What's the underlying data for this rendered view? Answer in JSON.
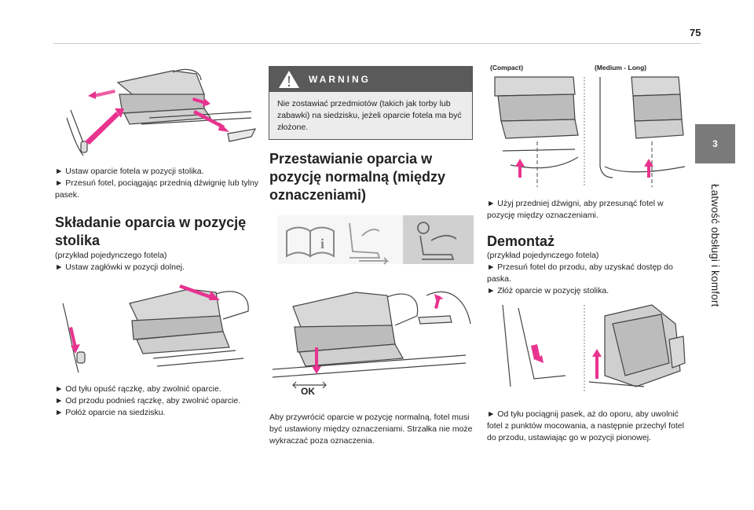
{
  "page": {
    "number": "75"
  },
  "side_tab": {
    "chapter": "3",
    "title": "Łatwość obsługi i komfort"
  },
  "col1": {
    "instructions1": [
      "► Ustaw oparcie fotela w pozycji stolika.",
      "► Przesuń fotel, pociągając przednią dźwignię lub tylny pasek."
    ],
    "heading": "Składanie oparcia w pozycję stolika",
    "instructions2": [
      "(przykład pojedynczego fotela)",
      "► Ustaw zagłówki w pozycji dolnej."
    ],
    "instructions3": [
      "► Od tyłu opuść rączkę, aby zwolnić oparcie.",
      "► Od przodu podnieś rączkę, aby zwolnić oparcie.",
      "► Połóż oparcie na siedzisku."
    ]
  },
  "col2": {
    "warning": {
      "title": "WARNING",
      "text": "Nie zostawiać przedmiotów (takich jak torby lub zabawki) na siedzisku, jeżeli oparcie fotela ma być złożone."
    },
    "heading": "Przestawianie oparcia w pozycję normalną (między oznaczeniami)",
    "figure_label": "OK",
    "instructions": "Aby przywrócić oparcie w pozycję normalną, fotel musi być ustawiony między oznaczeniami. Strzałka nie może wykraczać poza oznaczenia."
  },
  "col3": {
    "fig_labels": [
      "(Compact)",
      "(Medium - Long)"
    ],
    "instructions1": "► Użyj przedniej dźwigni, aby przesunąć fotel w pozycję między oznaczeniami.",
    "heading": "Demontaż",
    "instructions2": [
      "(przykład pojedynczego fotela)",
      "► Przesuń fotel do przodu, aby uzyskać dostęp do paska.",
      "► Złóż oparcie w pozycję stolika."
    ],
    "instructions3": "► Od tyłu pociągnij pasek, aż do oporu, aby uwolnić fotel z punktów mocowania, a następnie przechyl fotel do przodu, ustawiając go w pozycji pionowej."
  },
  "colors": {
    "accent": "#e8338f",
    "tab": "#7a7a7a",
    "warning_head": "#5a5a5a"
  }
}
